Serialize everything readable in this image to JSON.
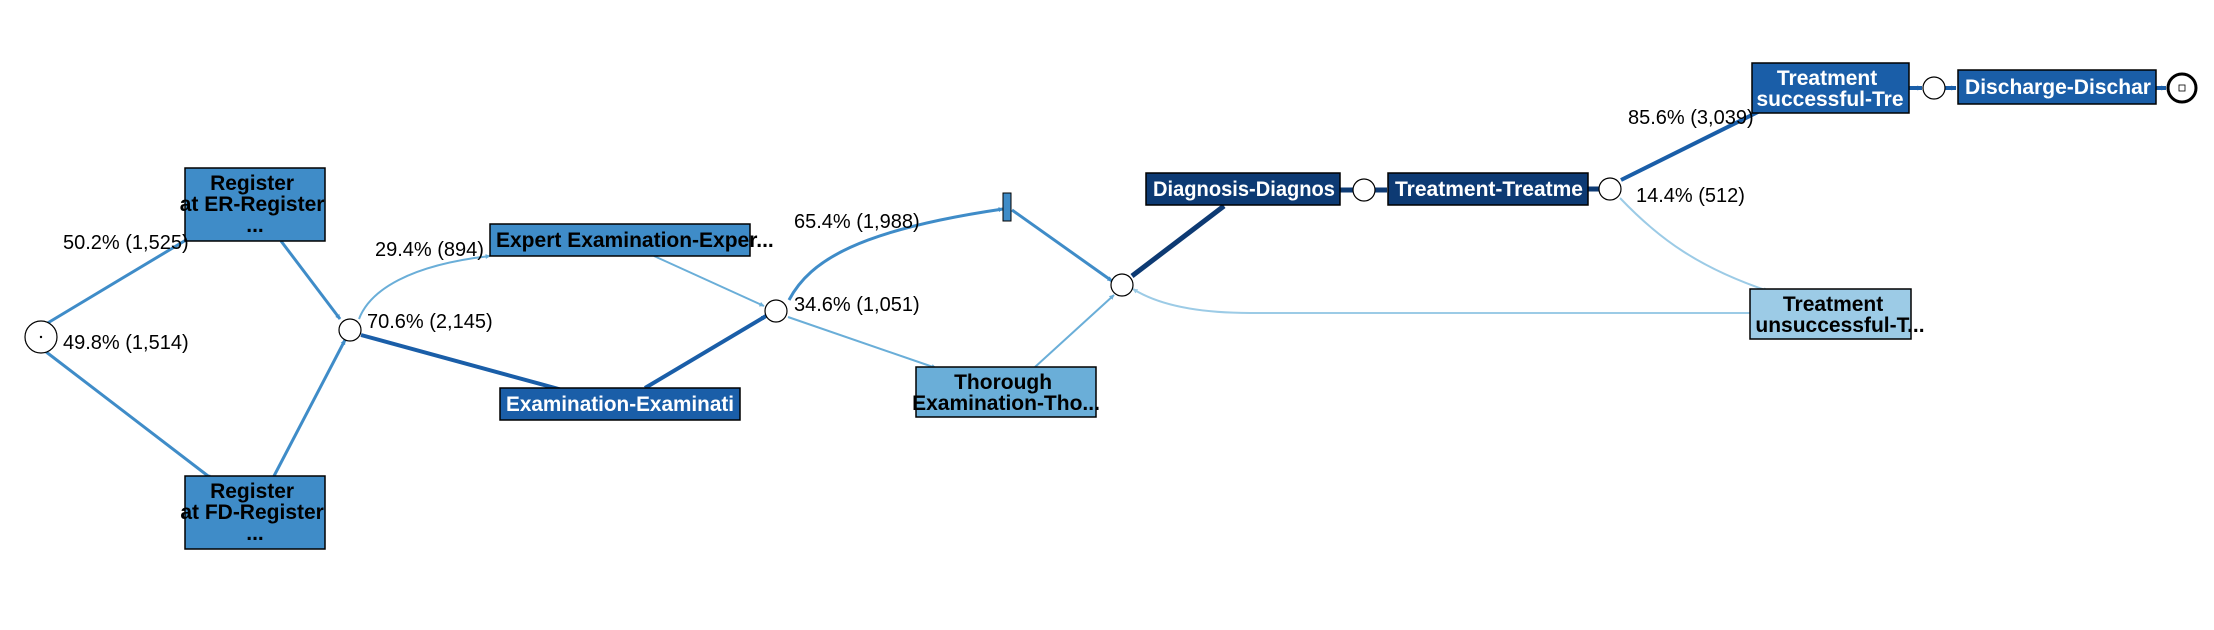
{
  "colors": {
    "dark": "#0d3a73",
    "strong": "#1a5ea8",
    "mid": "#3f8cc8",
    "light": "#6aaed8",
    "pale": "#9ccbe6",
    "node_text_dark": "#000000",
    "node_text_light": "#ffffff"
  },
  "activities": [
    {
      "id": "reg_er",
      "lines": [
        "Register",
        "at ER-Register",
        "..."
      ],
      "shade": "mid",
      "text": "dark_text"
    },
    {
      "id": "reg_fd",
      "lines": [
        "Register",
        "at FD-Register",
        "..."
      ],
      "shade": "mid",
      "text": "dark_text"
    },
    {
      "id": "expert",
      "lines": [
        "Expert Examination-Exper..."
      ],
      "shade": "mid",
      "text": "dark_text"
    },
    {
      "id": "exam",
      "lines": [
        "Examination-Examinati"
      ],
      "shade": "strong",
      "text": "light_text"
    },
    {
      "id": "thorough",
      "lines": [
        "Thorough",
        "Examination-Tho..."
      ],
      "shade": "light",
      "text": "dark_text"
    },
    {
      "id": "diagnosis",
      "lines": [
        "Diagnosis-Diagnos"
      ],
      "shade": "dark",
      "text": "light_text"
    },
    {
      "id": "treatment",
      "lines": [
        "Treatment-Treatme"
      ],
      "shade": "dark",
      "text": "light_text"
    },
    {
      "id": "t_success",
      "lines": [
        "Treatment",
        "successful-Tre"
      ],
      "shade": "strong",
      "text": "light_text"
    },
    {
      "id": "t_unsuccess",
      "lines": [
        "Treatment",
        "unsuccessful-T..."
      ],
      "shade": "pale",
      "text": "dark_text"
    },
    {
      "id": "discharge",
      "lines": [
        "Discharge-Dischar"
      ],
      "shade": "strong",
      "text": "light_text"
    }
  ],
  "edge_labels": [
    {
      "id": "start_er",
      "text": "50.2% (1,525)"
    },
    {
      "id": "start_fd",
      "text": "49.8% (1,514)"
    },
    {
      "id": "xor1_expert",
      "text": "29.4% (894)"
    },
    {
      "id": "xor1_exam",
      "text": "70.6% (2,145)"
    },
    {
      "id": "xor2_thorough",
      "text": "34.6% (1,051)"
    },
    {
      "id": "xor2_tau",
      "text": "65.4% (1,988)"
    },
    {
      "id": "xor4_success",
      "text": "85.6% (3,039)"
    },
    {
      "id": "xor4_unsuccess",
      "text": "14.4% (512)"
    }
  ]
}
